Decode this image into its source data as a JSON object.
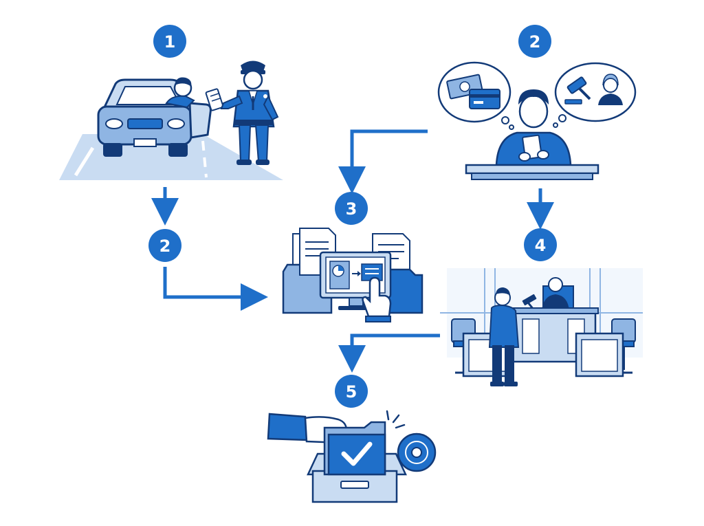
{
  "colors": {
    "primary": "#1f6fc9",
    "dark": "#123a78",
    "light": "#c9dcf2",
    "mid": "#8fb5e3",
    "pale": "#e8f1fb",
    "white": "#ffffff"
  },
  "steps": [
    {
      "id": "traffic-stop",
      "number": "1",
      "icon": "police-officer-icon"
    },
    {
      "id": "choose-option",
      "number": "2",
      "icon": "thinking-person-icon"
    },
    {
      "id": "pay-online",
      "number": "2",
      "icon": "step-badge"
    },
    {
      "id": "online-processing",
      "number": "3",
      "icon": "computer-documents-icon"
    },
    {
      "id": "court-hearing",
      "number": "4",
      "icon": "courtroom-icon"
    },
    {
      "id": "case-closed",
      "number": "5",
      "icon": "case-closed-icon"
    }
  ]
}
